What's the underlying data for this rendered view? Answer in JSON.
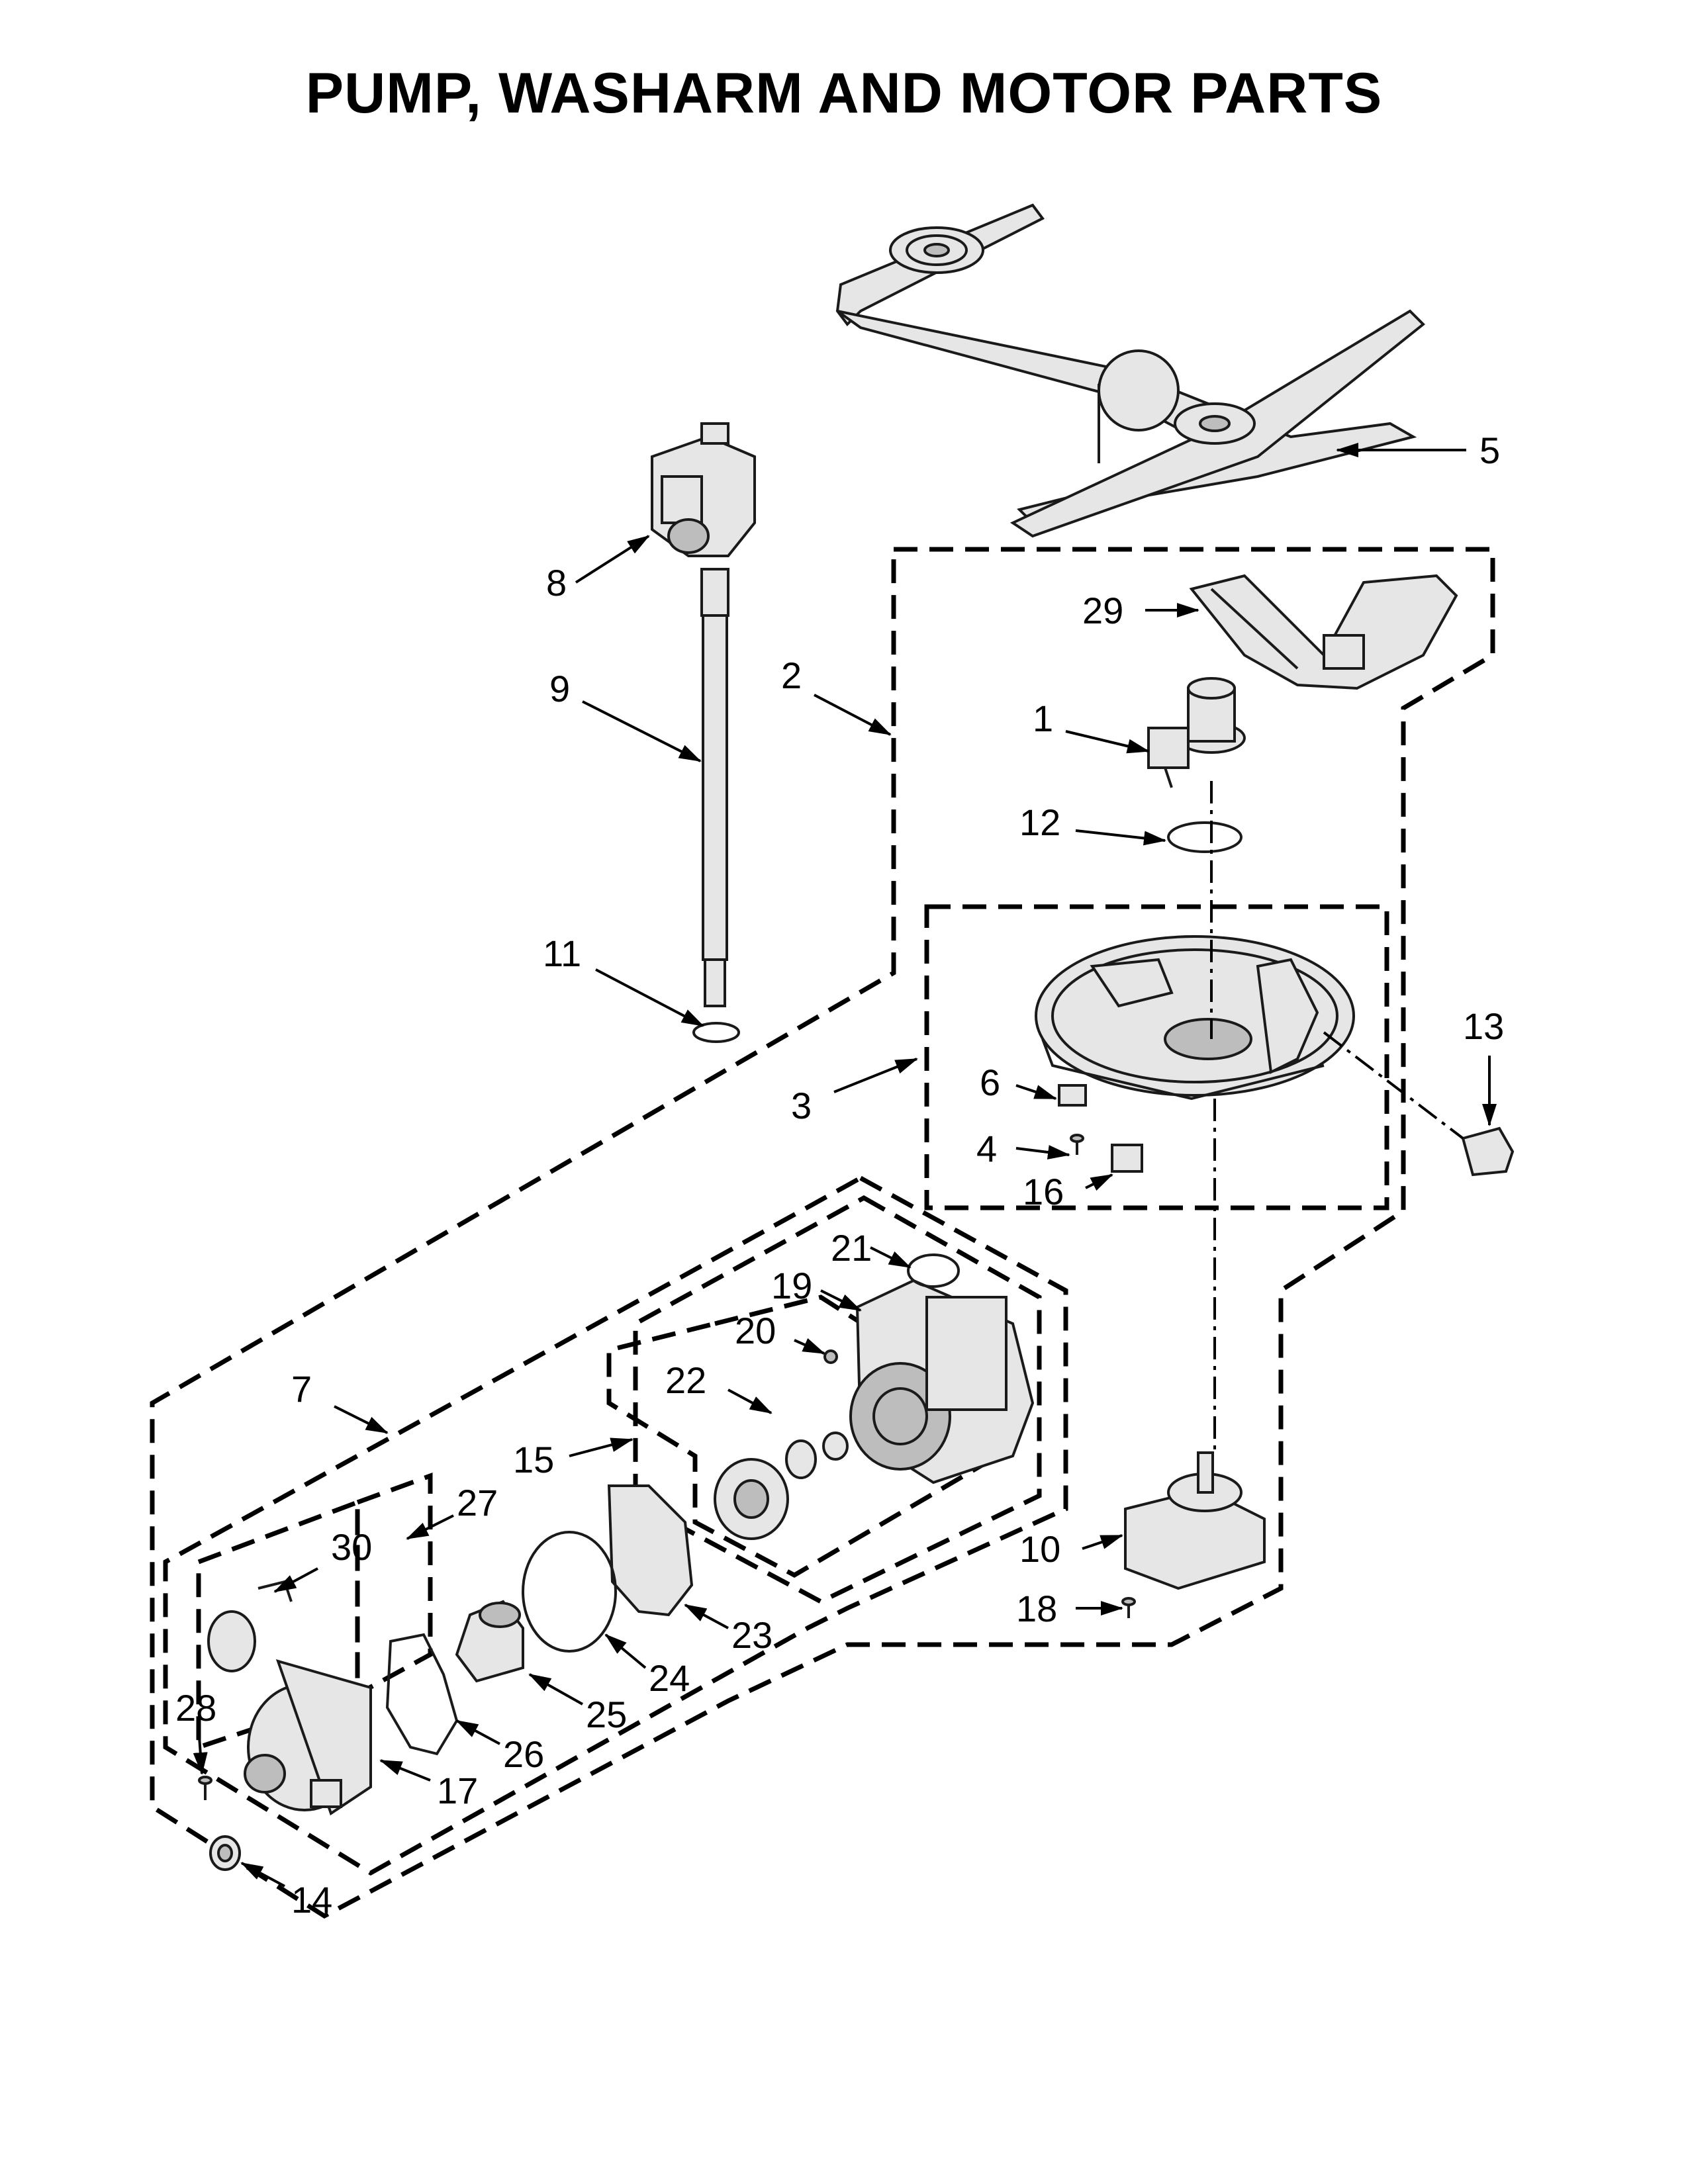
{
  "title": "PUMP, WASHARM AND MOTOR PARTS",
  "callouts": {
    "c1": "1",
    "c2": "2",
    "c3": "3",
    "c4": "4",
    "c5": "5",
    "c6": "6",
    "c7": "7",
    "c8": "8",
    "c9": "9",
    "c10": "10",
    "c11": "11",
    "c12": "12",
    "c13": "13",
    "c14": "14",
    "c15": "15",
    "c16": "16",
    "c17": "17",
    "c18": "18",
    "c19": "19",
    "c20": "20",
    "c21": "21",
    "c22": "22",
    "c23": "23",
    "c24": "24",
    "c25": "25",
    "c26": "26",
    "c27": "27",
    "c28": "28",
    "c29": "29",
    "c30": "30"
  }
}
